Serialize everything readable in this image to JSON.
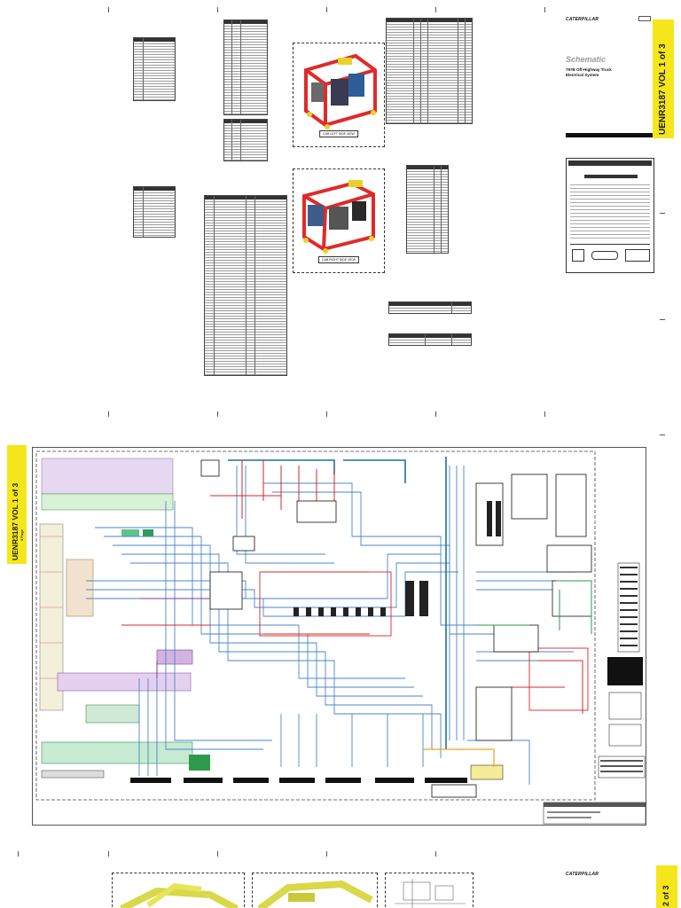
{
  "doc": {
    "brand": "CATERPILLAR",
    "schematic_label": "Schematic",
    "model_line1": "797B Off-Highway Truck",
    "model_line2": "Electrical System",
    "vol1": "UENR3187 VOL 1 of 3",
    "vol2": "2 of 3",
    "vol1_sub": "4 Page",
    "photo_top_caption": "CAB LEFT SIDE VIEW",
    "photo_mid_caption": "CAB RIGHT SIDE VIEW"
  },
  "colors": {
    "accent_yellow": "#f5e61b",
    "wire_blue": "#4a86c8",
    "wire_red": "#d8262a",
    "wire_green": "#2e9a4c",
    "wire_purple": "#7a3c9a",
    "wire_teal": "#1d8a99",
    "frame_red": "#e02a2a"
  }
}
